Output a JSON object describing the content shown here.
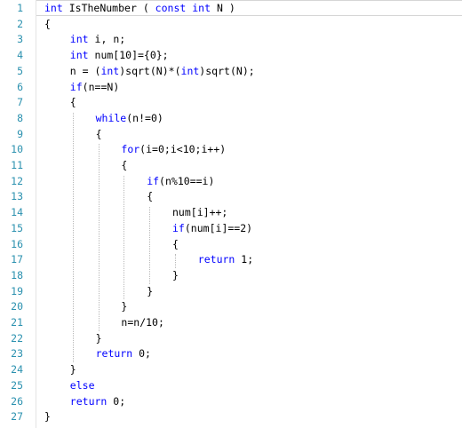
{
  "editor": {
    "colors": {
      "line_number": "#2b91af",
      "keyword": "#0000ff",
      "text": "#000000",
      "background": "#ffffff"
    },
    "lines": [
      {
        "n": "1",
        "indent": 0,
        "text": "int IsTheNumber ( const int N )"
      },
      {
        "n": "2",
        "indent": 0,
        "text": "{"
      },
      {
        "n": "3",
        "indent": 1,
        "text": "int i, n;"
      },
      {
        "n": "4",
        "indent": 1,
        "text": "int num[10]={0};"
      },
      {
        "n": "5",
        "indent": 1,
        "text": "n = (int)sqrt(N)*(int)sqrt(N);"
      },
      {
        "n": "6",
        "indent": 1,
        "text": "if(n==N)"
      },
      {
        "n": "7",
        "indent": 1,
        "text": "{"
      },
      {
        "n": "8",
        "indent": 2,
        "text": "while(n!=0)"
      },
      {
        "n": "9",
        "indent": 2,
        "text": "{"
      },
      {
        "n": "10",
        "indent": 3,
        "text": "for(i=0;i<10;i++)"
      },
      {
        "n": "11",
        "indent": 3,
        "text": "{"
      },
      {
        "n": "12",
        "indent": 4,
        "text": "if(n%10==i)"
      },
      {
        "n": "13",
        "indent": 4,
        "text": "{"
      },
      {
        "n": "14",
        "indent": 5,
        "text": "num[i]++;"
      },
      {
        "n": "15",
        "indent": 5,
        "text": "if(num[i]==2)"
      },
      {
        "n": "16",
        "indent": 5,
        "text": "{"
      },
      {
        "n": "17",
        "indent": 6,
        "text": "return 1;"
      },
      {
        "n": "18",
        "indent": 5,
        "text": "}"
      },
      {
        "n": "19",
        "indent": 4,
        "text": "}"
      },
      {
        "n": "20",
        "indent": 3,
        "text": "}"
      },
      {
        "n": "21",
        "indent": 3,
        "text": "n=n/10;"
      },
      {
        "n": "22",
        "indent": 2,
        "text": "}"
      },
      {
        "n": "23",
        "indent": 2,
        "text": "return 0;"
      },
      {
        "n": "24",
        "indent": 1,
        "text": "}"
      },
      {
        "n": "25",
        "indent": 1,
        "text": "else"
      },
      {
        "n": "26",
        "indent": 1,
        "text": "return 0;"
      },
      {
        "n": "27",
        "indent": 0,
        "text": "}"
      }
    ]
  }
}
